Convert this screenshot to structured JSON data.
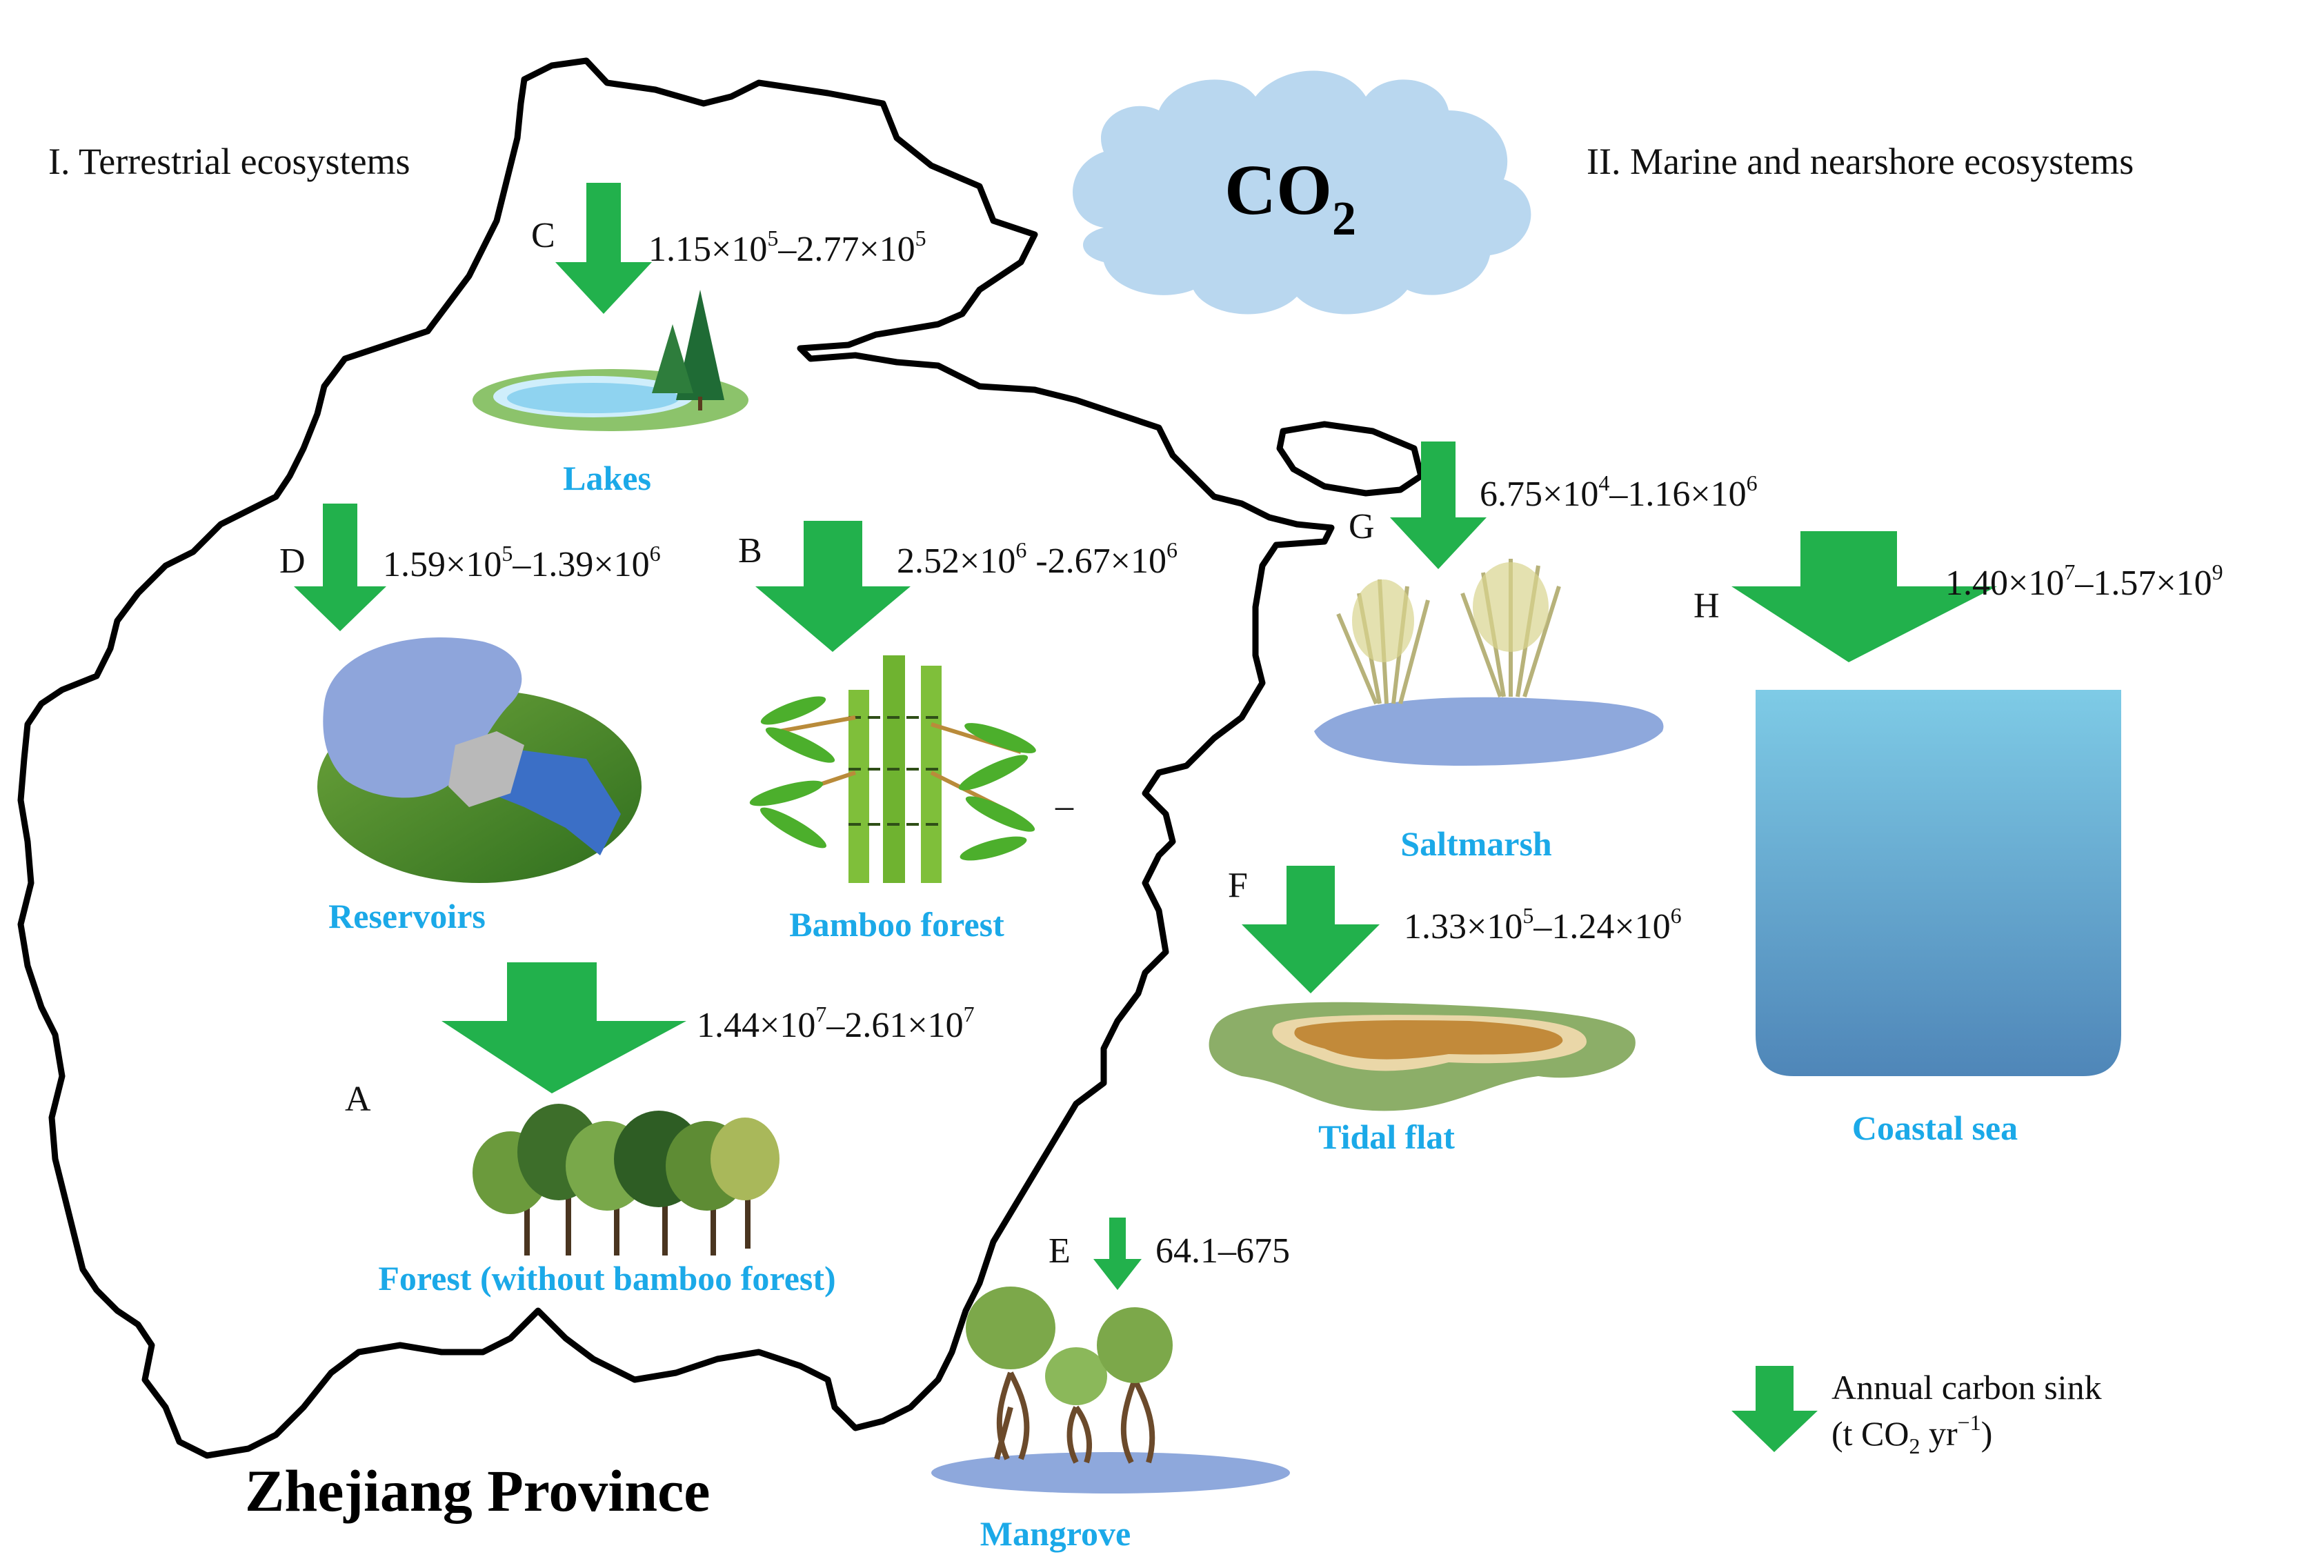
{
  "sections": {
    "terrestrial": "I. Terrestrial ecosystems",
    "marine": "II. Marine and nearshore ecosystems"
  },
  "co2_label": "CO",
  "co2_sub": "2",
  "province": "Zhejiang Province",
  "ecosystems": [
    {
      "id": "A",
      "name": "Forest (without bamboo forest)",
      "v1": "1.44×10",
      "e1": "7",
      "sep": "–",
      "v2": "2.61×10",
      "e2": "7"
    },
    {
      "id": "B",
      "name": "Bamboo forest",
      "v1": "2.52×10",
      "e1": "6",
      "sep": " -",
      "v2": "2.67×10",
      "e2": "6"
    },
    {
      "id": "C",
      "name": "Lakes",
      "v1": "1.15×10",
      "e1": "5",
      "sep": "–",
      "v2": "2.77×10",
      "e2": "5"
    },
    {
      "id": "D",
      "name": "Reservoirs",
      "v1": "1.59×10",
      "e1": "5",
      "sep": "–",
      "v2": "1.39×10",
      "e2": "6"
    },
    {
      "id": "E",
      "name": "Mangrove",
      "value": "64.1–675"
    },
    {
      "id": "F",
      "name": "Tidal flat",
      "v1": "1.33×10",
      "e1": "5",
      "sep": "–",
      "v2": "1.24×10",
      "e2": "6"
    },
    {
      "id": "G",
      "name": "Saltmarsh",
      "v1": "6.75×10",
      "e1": "4",
      "sep": "–",
      "v2": "1.16×10",
      "e2": "6"
    },
    {
      "id": "H",
      "name": "Coastal sea",
      "v1": "1.40×10",
      "e1": "7",
      "sep": "–",
      "v2": "1.57×10",
      "e2": "9"
    }
  ],
  "stray_dash": "–",
  "legend": {
    "line1": "Annual carbon sink",
    "line2_a": "(t CO",
    "line2_sub": "2",
    "line2_b": " yr",
    "line2_sup": "−1",
    "line2_c": ")"
  },
  "colors": {
    "arrow": "#22b14c",
    "label": "#1ba9e8",
    "cloud": "#b9d7ef",
    "sea_top": "#7ecbe6",
    "sea_bottom": "#4f86b8"
  }
}
